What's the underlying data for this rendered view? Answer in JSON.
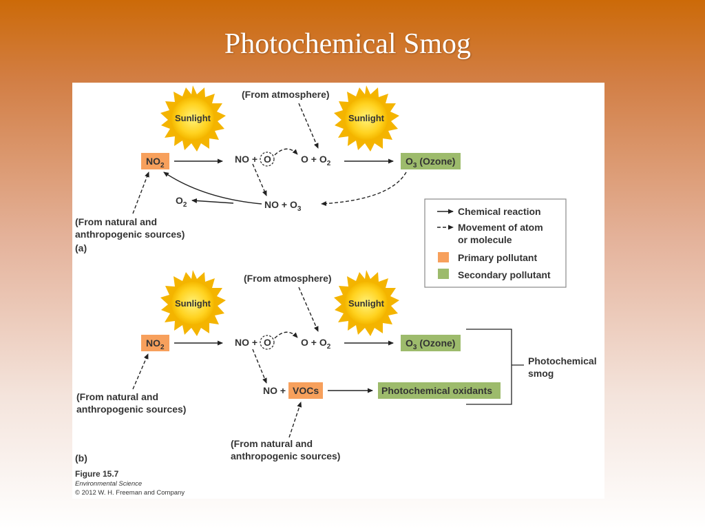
{
  "slide": {
    "title": "Photochemical Smog"
  },
  "colors": {
    "primary": "#f7a05c",
    "secondary": "#9dbb6c",
    "sun": "#ffd21f"
  },
  "diagram": {
    "sunlight": "Sunlight",
    "from_atmosphere": "(From atmosphere)",
    "from_natural_line1": "(From natural and",
    "from_natural_line2": "anthropogenic sources)",
    "no2": "NO",
    "no2_sub": "2",
    "no_plus": "NO + ",
    "o_atom": "O",
    "o_plus_o2": "O + O",
    "o2_sub": "2",
    "o2": "O",
    "o3": "O",
    "o3_sub": "3",
    "ozone": " (Ozone)",
    "no_plus_o3": "NO + O",
    "vocs": "VOCs",
    "photochemical_oxidants": "Photochemical oxidants",
    "photochemical_smog_line1": "Photochemical",
    "photochemical_smog_line2": "smog",
    "panel_a": "(a)",
    "panel_b": "(b)"
  },
  "legend": {
    "chemical_reaction": "Chemical reaction",
    "movement_line1": "Movement of atom",
    "movement_line2": "or molecule",
    "primary_pollutant": "Primary pollutant",
    "secondary_pollutant": "Secondary pollutant"
  },
  "caption": {
    "figure": "Figure 15.7",
    "book": "Environmental Science",
    "copyright": "© 2012 W. H. Freeman and Company"
  }
}
